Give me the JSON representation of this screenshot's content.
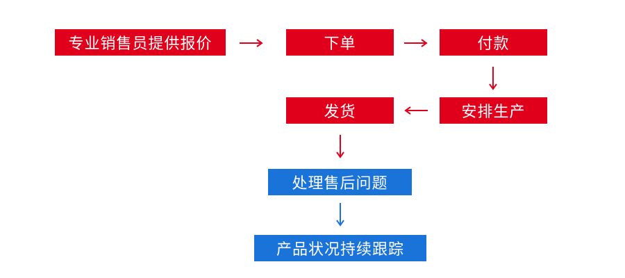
{
  "steps": {
    "sales_quote": "专业销售员提供报价",
    "order": "下单",
    "payment": "付款",
    "production": "安排生产",
    "shipping": "发货",
    "after_sales": "处理售后问题",
    "tracking": "产品状况持续跟踪"
  },
  "colors": {
    "red": "#e0001b",
    "blue": "#1a73d9"
  }
}
